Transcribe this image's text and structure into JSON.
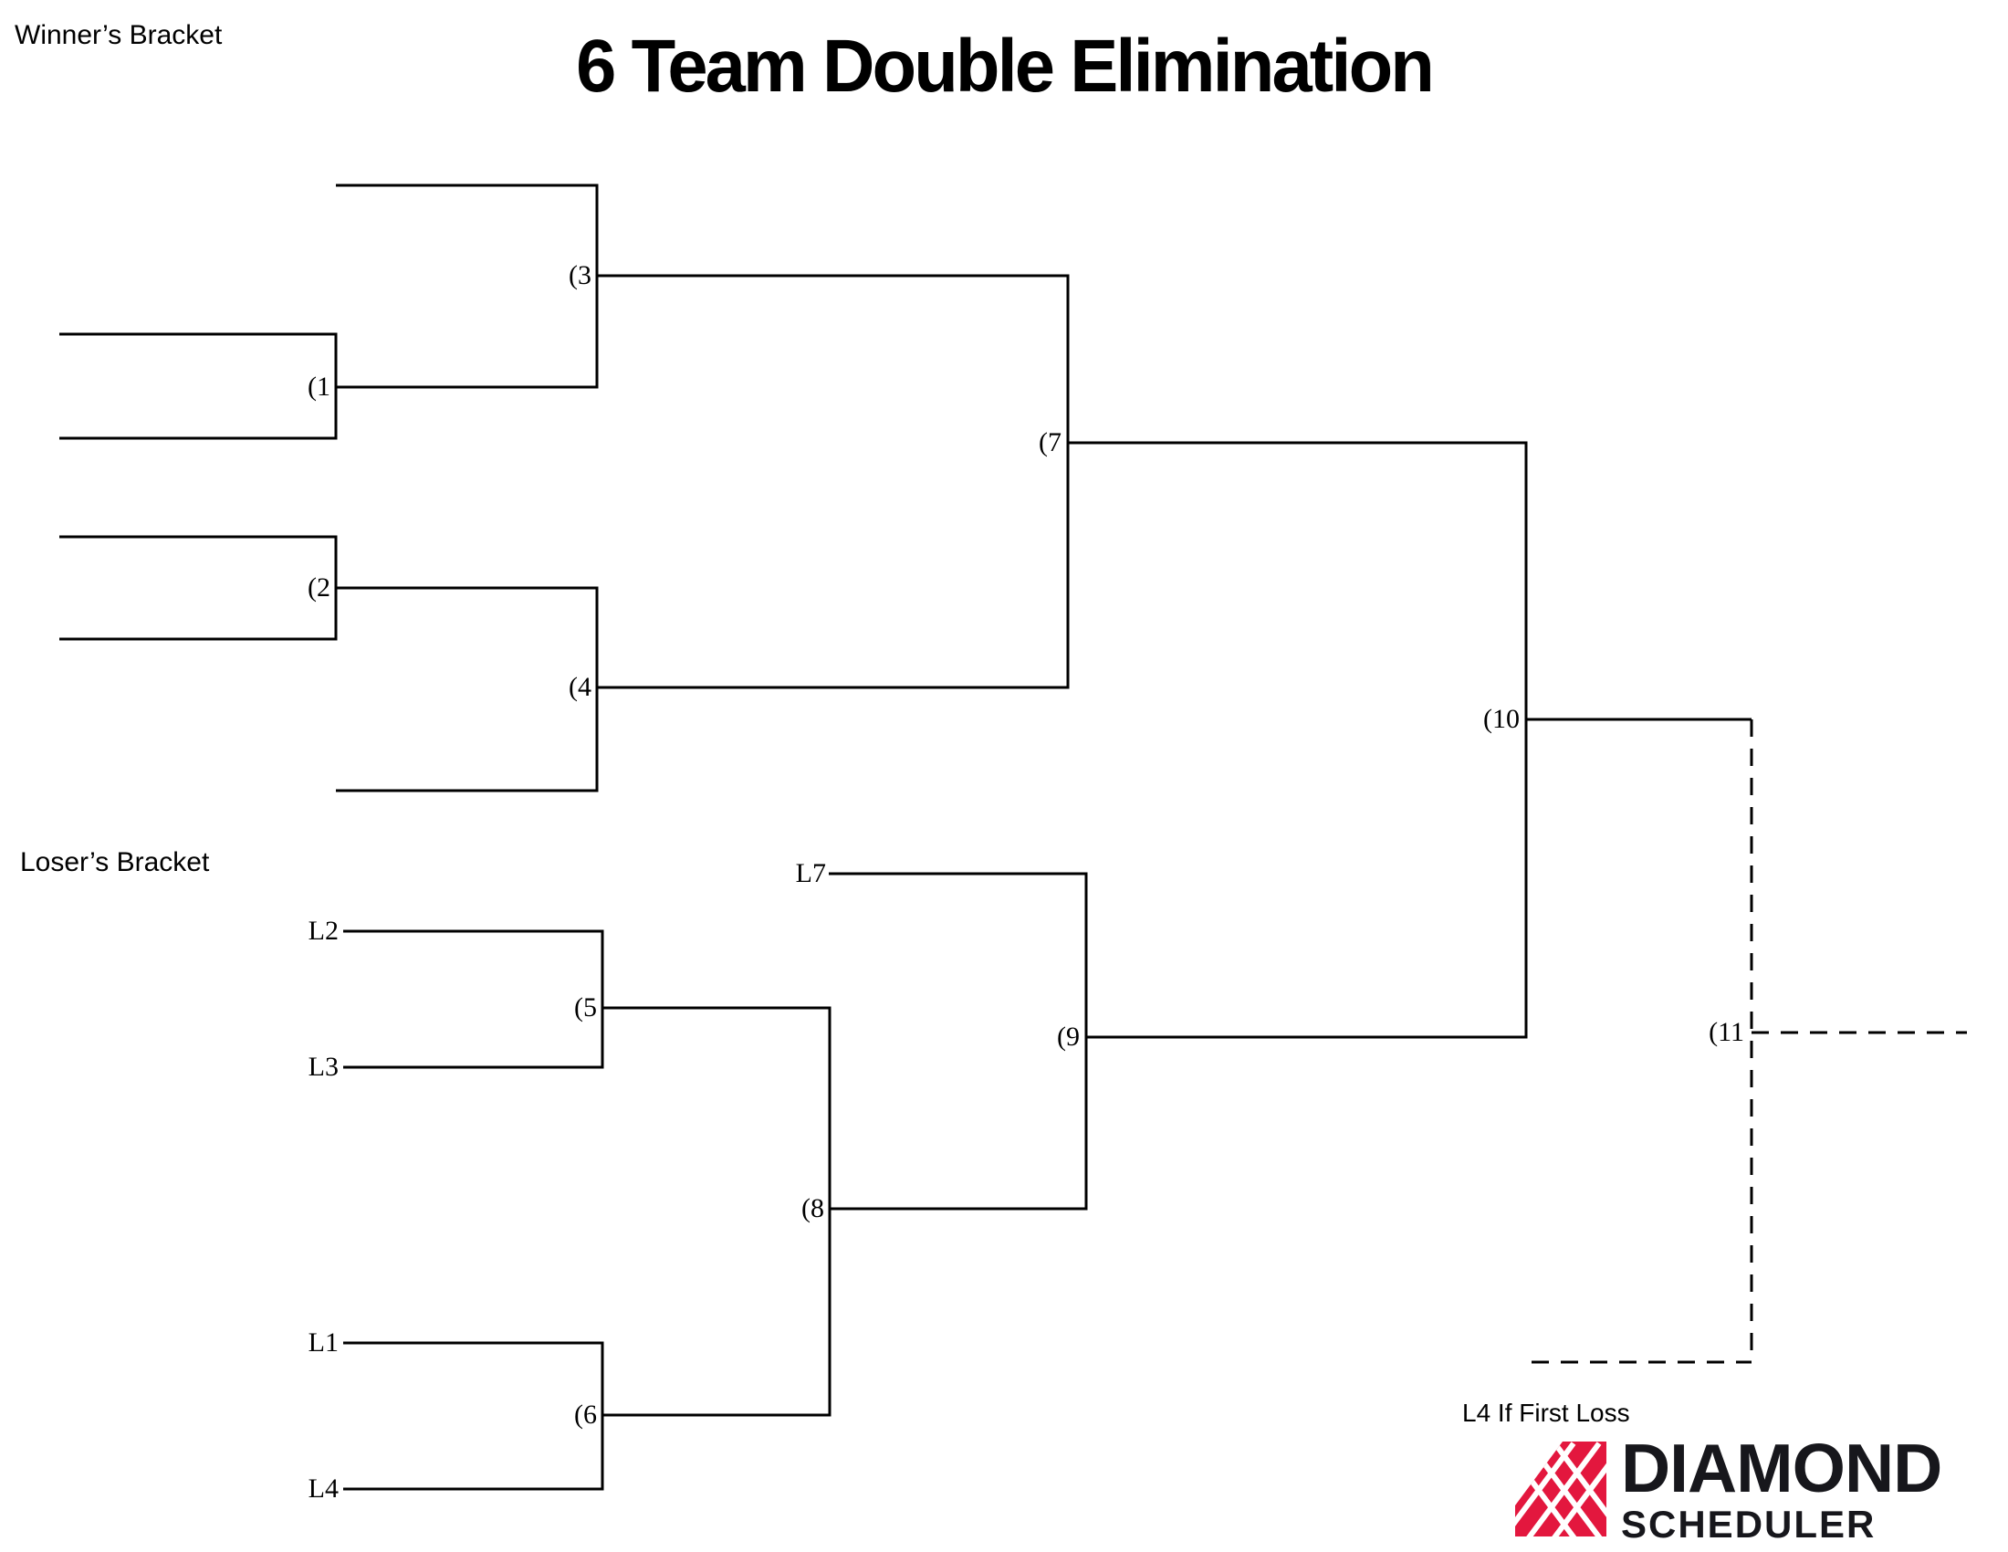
{
  "header": {
    "title": "6 Team Double Elimination"
  },
  "sections": {
    "winners": "Winner’s Bracket",
    "losers": "Loser’s Bracket"
  },
  "matches": {
    "m1": {
      "label": "(1"
    },
    "m2": {
      "label": "(2"
    },
    "m3": {
      "label": "(3"
    },
    "m4": {
      "label": "(4"
    },
    "m5": {
      "label": "(5"
    },
    "m6": {
      "label": "(6"
    },
    "m7": {
      "label": "(7"
    },
    "m8": {
      "label": "(8"
    },
    "m9": {
      "label": "(9"
    },
    "m10": {
      "label": "(10"
    },
    "m11": {
      "label": "(11"
    }
  },
  "feeders": {
    "l1": {
      "label": "L1"
    },
    "l2": {
      "label": "L2"
    },
    "l3": {
      "label": "L3"
    },
    "l4": {
      "label": "L4"
    },
    "l7": {
      "label": "L7"
    }
  },
  "note": {
    "text": "L4 If First Loss"
  },
  "logo": {
    "brand": "DIAMOND",
    "sub": "SCHEDULER",
    "icon": "diamond-lattice-icon",
    "icon_color": "#e3173e",
    "text_color": "#17171c"
  },
  "style": {
    "line_color": "#000000",
    "background": "#ffffff"
  }
}
